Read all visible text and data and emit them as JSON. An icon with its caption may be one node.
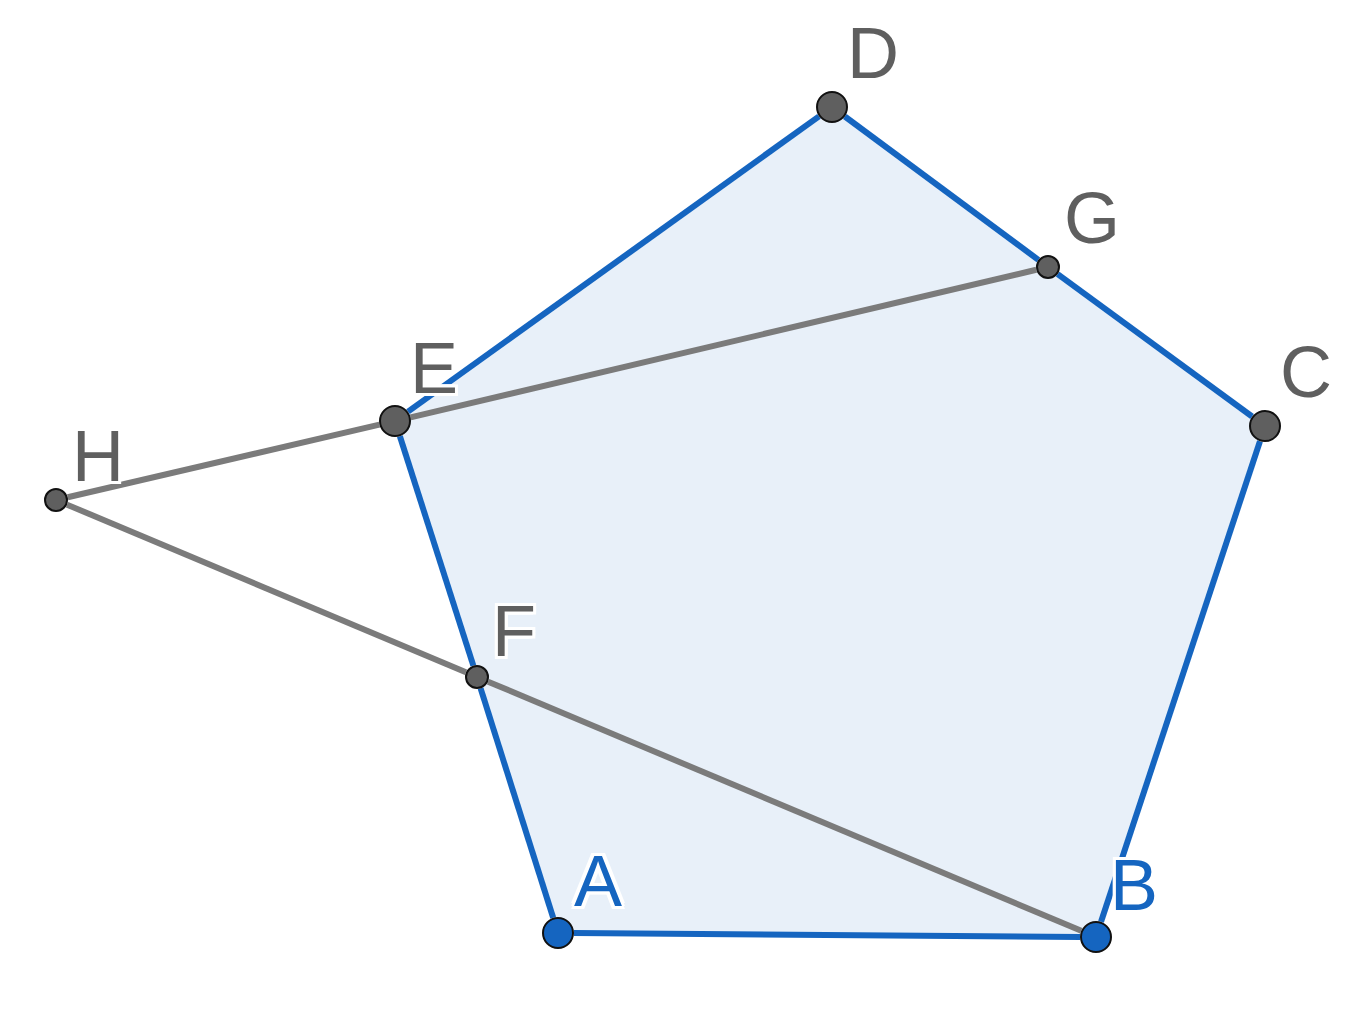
{
  "diagram": {
    "nodes": [
      {
        "text": [
          "A"
        ]
      },
      {
        "text": [
          "B"
        ]
      },
      {
        "text": [
          "C"
        ]
      },
      {
        "text": [
          "D"
        ]
      },
      {
        "text": [
          "E"
        ]
      },
      {
        "text": [
          "F"
        ]
      },
      {
        "text": [
          "G"
        ]
      },
      {
        "text": [
          "H"
        ]
      }
    ],
    "edges": [
      {
        "from": 0,
        "to": 1,
        "arrow": "none"
      },
      {
        "from": 1,
        "to": 2,
        "arrow": "none"
      },
      {
        "from": 2,
        "to": 6,
        "arrow": "none"
      },
      {
        "from": 6,
        "to": 3,
        "arrow": "none"
      },
      {
        "from": 3,
        "to": 4,
        "arrow": "none"
      },
      {
        "from": 4,
        "to": 5,
        "arrow": "none"
      },
      {
        "from": 5,
        "to": 0,
        "arrow": "none"
      },
      {
        "from": 4,
        "to": 6,
        "arrow": "none",
        "color": "#7b7b7b"
      },
      {
        "from": 7,
        "to": 4,
        "arrow": "none",
        "color": "#7b7b7b"
      },
      {
        "from": 7,
        "to": 5,
        "arrow": "none",
        "color": "#7b7b7b"
      },
      {
        "from": 5,
        "to": 1,
        "arrow": "none",
        "color": "#7b7b7b"
      }
    ]
  }
}
